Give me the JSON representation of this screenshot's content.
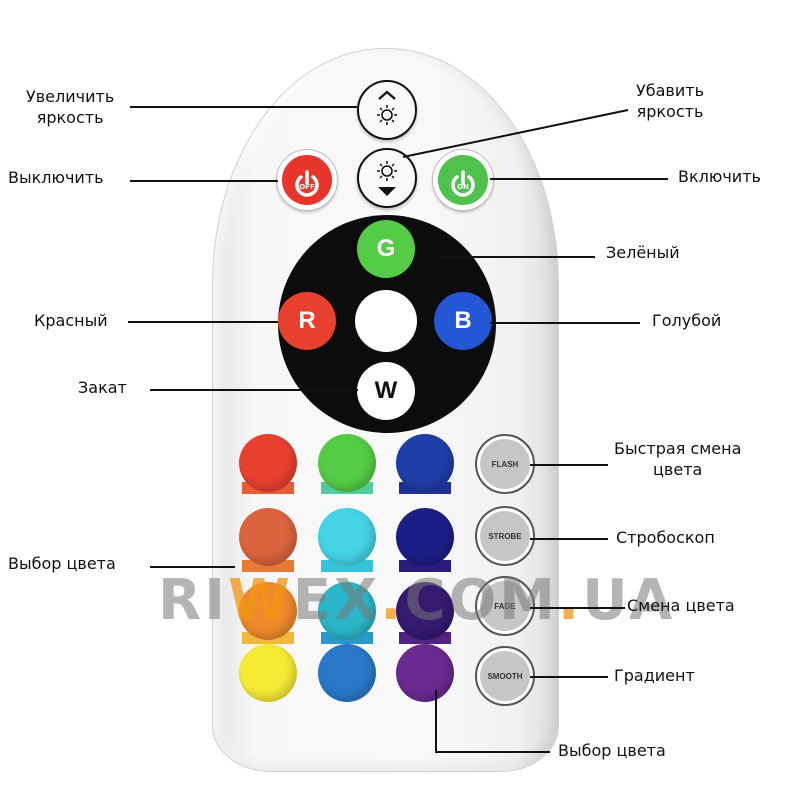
{
  "labels": {
    "brightness_up": [
      "Увеличить",
      "яркость"
    ],
    "brightness_down": [
      "Убавить",
      "яркость"
    ],
    "off": "Выключить",
    "on": "Включить",
    "green": "Зелёный",
    "red": "Красный",
    "blue": "Голубой",
    "sunset": "Закат",
    "flash": [
      "Быстрая смена",
      "цвета"
    ],
    "strobe": "Стробоскоп",
    "fade": "Смена цвета",
    "smooth": "Градиент",
    "color_select_left": "Выбор цвета",
    "color_select_bottom": "Выбор цвета"
  },
  "buttons": {
    "off_text": "OFF",
    "on_text": "ON",
    "g": "G",
    "r": "R",
    "b": "B",
    "w": "W",
    "flash": "FLASH",
    "strobe": "STROBE",
    "fade": "FADE",
    "smooth": "SMOOTH"
  },
  "icons": {
    "brightness_up": "sun-with-up-chevron-icon",
    "brightness_down": "sun-with-down-chevron-icon",
    "power": "power-icon"
  },
  "colors": {
    "off": "#e8352b",
    "on": "#4fc24e",
    "g": "#55cc46",
    "r": "#e8402f",
    "b": "#2357d6",
    "w": "#ffffff",
    "palette_col1": [
      "#e8402f",
      "#d9643e",
      "#ee8a2c",
      "#f6ea35"
    ],
    "palette_col2": [
      "#55cc46",
      "#45d3e6",
      "#2ab6c8",
      "#2a78c8"
    ],
    "palette_col3": [
      "#1f3fa8",
      "#1c1e85",
      "#351a70",
      "#6a2a90"
    ]
  },
  "watermark": {
    "part1": "RI",
    "w": "W",
    "part2": "EX",
    "dot1": ".",
    "part3": "COM",
    "dot2": ".",
    "part4": "UA"
  }
}
